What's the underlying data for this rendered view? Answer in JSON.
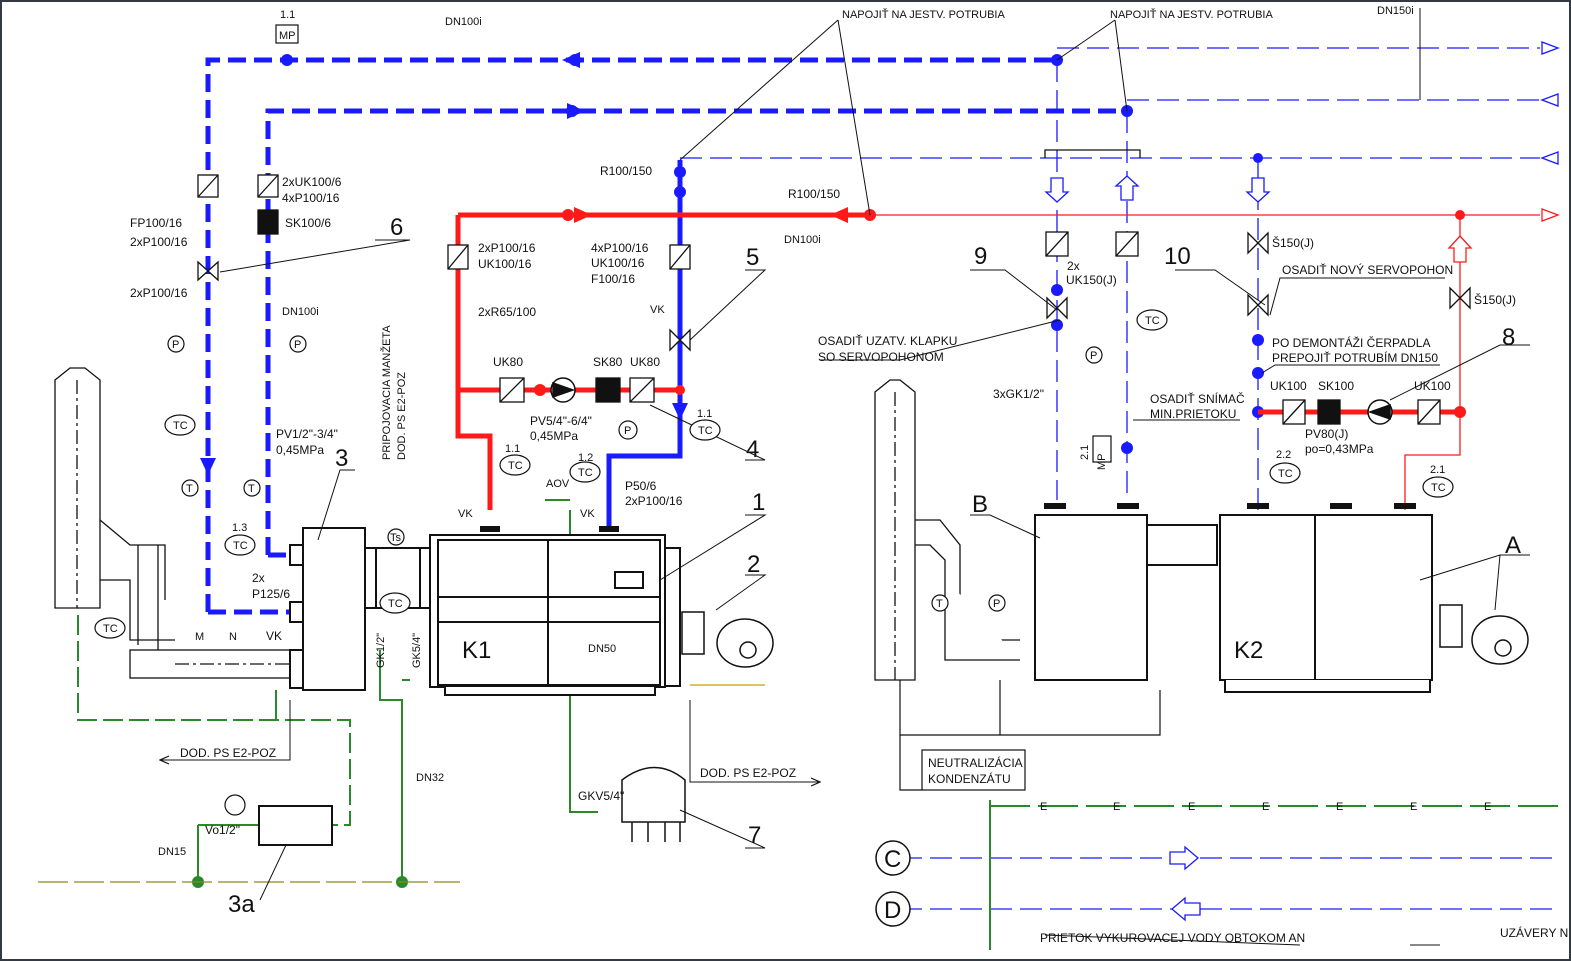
{
  "labels": {
    "napojit_1": "NAPOJIŤ NA JESTV. POTRUBIA",
    "napojit_2": "NAPOJIŤ NA JESTV. POTRUBIA",
    "dn150i": "DN150i",
    "dn100i_top": "DN100i",
    "mp_tag": "1.1",
    "mp": "MP",
    "r100_150_a": "R100/150",
    "r100_150_b": "R100/150",
    "dn100i_mid": "DN100i",
    "uk_left_1": "2xUK100/6",
    "uk_left_2": "4xP100/16",
    "sk100": "SK100/6",
    "fp100": "FP100/16",
    "p100_a": "2xP100/16",
    "p100_b": "2xP100/16",
    "dn100i_left": "DN100i",
    "pv1": "PV1/2\"-3/4\"",
    "pv1_p": "0,45MPa",
    "tag13": "1.3",
    "x2": "2x",
    "p125": "P125/6",
    "vk_left": "VK",
    "priprojovacia_1": "PRIPOJOVACIA MANŽETA",
    "priprojovacia_2": "DOD. PS E2-POZ",
    "p100_c": "2xP100/16",
    "uk100_16": "UK100/16",
    "r65": "2xR65/100",
    "uk80_a": "UK80",
    "sk80": "SK80",
    "uk80_b": "UK80",
    "p100_d": "4xP100/16",
    "uk100_16b": "UK100/16",
    "f100": "F100/16",
    "vk_mid": "VK",
    "pv5": "PV5/4\"-6/4\"",
    "pv5_p": "0,45MPa",
    "tag11a": "1.1",
    "tag11b": "1.1",
    "tag12": "1.2",
    "aov": "AOV",
    "p50": "P50/6",
    "p100_e": "2xP100/16",
    "vk_a": "VK",
    "vk_b": "VK",
    "k1": "K1",
    "dn50": "DN50",
    "gk1_2": "GK1/2\"",
    "gk5_4": "GK5/4\"",
    "dn32": "DN32",
    "dod_left": "DOD. PS E2-POZ",
    "dod_mid": "DOD. PS E2-POZ",
    "vo": "Vo1/2\"",
    "dn15": "DN15",
    "gkv": "GKV5/4\"",
    "num1": "1",
    "num2": "2",
    "num3": "3",
    "num3a": "3a",
    "num4": "4",
    "num5": "5",
    "num6": "6",
    "num7": "7",
    "num8": "8",
    "num9": "9",
    "num10": "10",
    "x2b": "2x",
    "uk150": "UK150(J)",
    "osadit_klapku_1": "OSADIŤ UZATV. KLAPKU",
    "osadit_klapku_2": "SO SERVOPOHONOM",
    "gk3": "3xGK1/2\"",
    "tag21a": "2.1",
    "mp2": "MP",
    "osadit_snimac_1": "OSADIŤ SNÍMAČ",
    "osadit_snimac_2": "MIN.PRIETOKU",
    "s150a": "Š150(J)",
    "s150b": "Š150(J)",
    "osadit_servo": "OSADIŤ NOVÝ SERVOPOHON",
    "po_dem_1": "PO DEMONTÁŽI ČERPADLA",
    "po_dem_2": "PREPOJIŤ POTRUBÍM DN150",
    "uk100a": "UK100",
    "sk100b": "SK100",
    "uk100b": "UK100",
    "tag22": "2.2",
    "pv80": "PV80(J)",
    "pv80_p": "po=0,43MPa",
    "tag21b": "2.1",
    "b": "B",
    "a": "A",
    "k2": "K2",
    "neutral_1": "NEUTRALIZÁCIA",
    "neutral_2": "KONDENZÁTU",
    "c": "C",
    "d": "D",
    "e": "E",
    "prietok": "PRIETOK VYKUROVACEJ VODY OBTOKOM AN",
    "uzavery": "UZÁVERY N",
    "tc": "TC",
    "t": "T",
    "p": "P",
    "m": "M",
    "n": "N",
    "ts": "Ts"
  }
}
